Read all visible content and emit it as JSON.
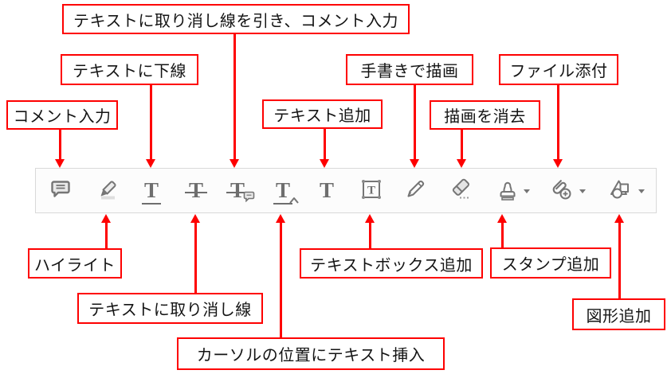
{
  "colors": {
    "callout_red": "#fe0000",
    "icon_gray": "#757575",
    "toolbar_bg": "#fcfcfc",
    "toolbar_border": "#d9d9d9",
    "text": "#141414"
  },
  "glyphs": {
    "T": "T"
  },
  "toolbar": {
    "tools": [
      {
        "name": "comment",
        "icon": "comment-icon",
        "has_dropdown": false
      },
      {
        "name": "highlight",
        "icon": "highlighter-icon",
        "has_dropdown": false
      },
      {
        "name": "underline-text",
        "icon": "underline-text-icon",
        "has_dropdown": false
      },
      {
        "name": "strikethrough-text",
        "icon": "strikethrough-text-icon",
        "has_dropdown": false
      },
      {
        "name": "strikethrough-with-comment",
        "icon": "strikethrough-comment-icon",
        "has_dropdown": false
      },
      {
        "name": "insert-text-at-cursor",
        "icon": "insert-text-caret-icon",
        "has_dropdown": false
      },
      {
        "name": "add-text",
        "icon": "text-icon",
        "has_dropdown": false
      },
      {
        "name": "add-text-box",
        "icon": "text-box-icon",
        "has_dropdown": false
      },
      {
        "name": "draw-freehand",
        "icon": "pencil-icon",
        "has_dropdown": false
      },
      {
        "name": "erase-drawing",
        "icon": "eraser-icon",
        "has_dropdown": false
      },
      {
        "name": "add-stamp",
        "icon": "stamp-icon",
        "has_dropdown": true
      },
      {
        "name": "attach-file",
        "icon": "paperclip-plus-icon",
        "has_dropdown": true
      },
      {
        "name": "add-shape",
        "icon": "shapes-icon",
        "has_dropdown": true
      }
    ]
  },
  "callouts": [
    {
      "label": "テキストに取り消し線を引き、コメント入力"
    },
    {
      "label": "テキストに下線"
    },
    {
      "label": "コメント入力"
    },
    {
      "label": "テキスト追加"
    },
    {
      "label": "手書きで描画"
    },
    {
      "label": "描画を消去"
    },
    {
      "label": "ファイル添付"
    },
    {
      "label": "ハイライト"
    },
    {
      "label": "テキストに取り消し線"
    },
    {
      "label": "カーソルの位置にテキスト挿入"
    },
    {
      "label": "テキストボックス追加"
    },
    {
      "label": "スタンプ追加"
    },
    {
      "label": "図形追加"
    }
  ]
}
